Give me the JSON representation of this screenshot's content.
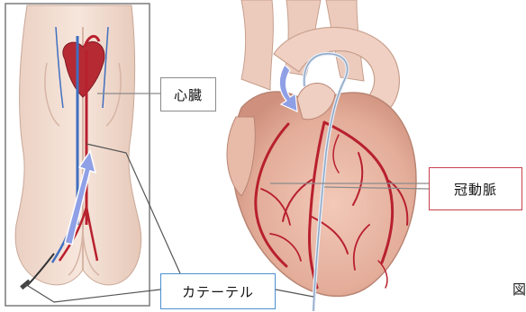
{
  "labels": {
    "heart": "心臓",
    "coronary": "冠動脈",
    "catheter": "カテーテル",
    "figure": "図"
  },
  "colors": {
    "skin": "#f4ddd0",
    "skin_shadow": "#e2bfae",
    "heart_flesh": "#e8b6a6",
    "artery": "#b8202e",
    "vein": "#3f6fc0",
    "arrow_blue": "#8fa0e6",
    "coronary_border": "#c8404c",
    "catheter_border": "#4a8fcf",
    "heart_border": "#8a8a8a"
  },
  "icons": [
    "flow-arrow-icon"
  ]
}
